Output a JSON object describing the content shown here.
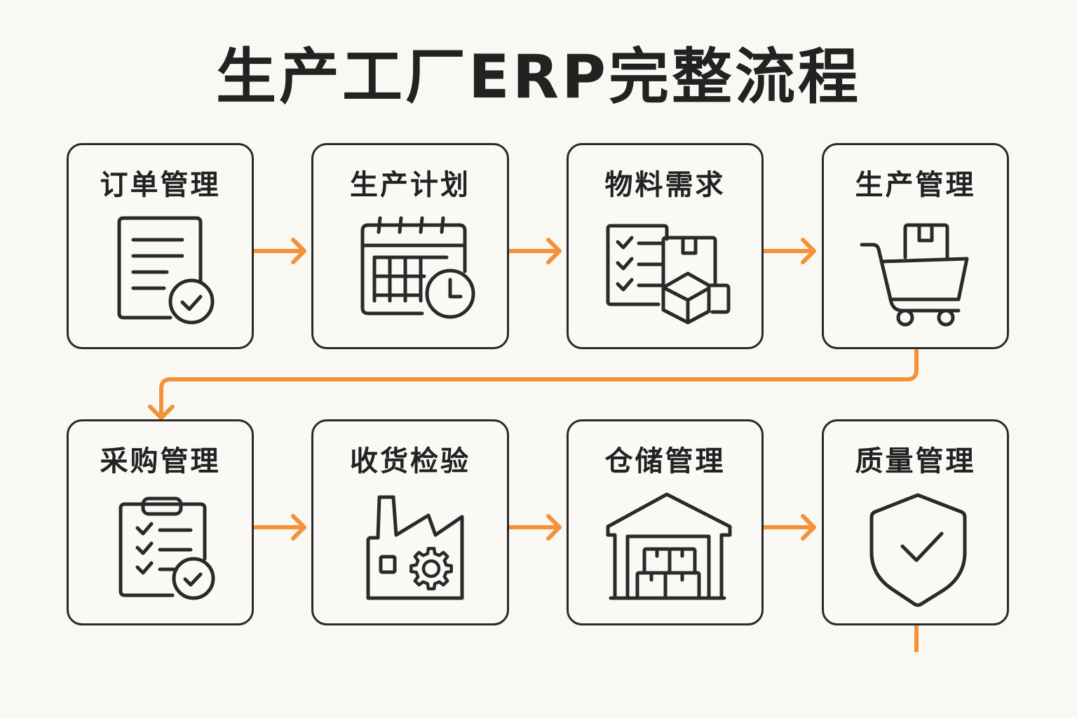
{
  "title": "生产工厂ERP完整流程",
  "colors": {
    "background": "#faf8f3",
    "card_border": "#2a2a2a",
    "arrow": "#f39236",
    "text": "#222222"
  },
  "steps": [
    {
      "label": "订单管理",
      "icon": "document-check-icon"
    },
    {
      "label": "生产计划",
      "icon": "calendar-clock-icon"
    },
    {
      "label": "物料需求",
      "icon": "checklist-boxes-icon"
    },
    {
      "label": "生产管理",
      "icon": "cart-box-icon"
    },
    {
      "label": "采购管理",
      "icon": "clipboard-check-icon"
    },
    {
      "label": "收货检验",
      "icon": "factory-gear-icon"
    },
    {
      "label": "仓储管理",
      "icon": "warehouse-icon"
    },
    {
      "label": "质量管理",
      "icon": "shield-check-icon"
    }
  ],
  "connections": [
    {
      "from": "订单管理",
      "to": "生产计划"
    },
    {
      "from": "生产计划",
      "to": "物料需求"
    },
    {
      "from": "物料需求",
      "to": "生产管理"
    },
    {
      "from": "生产管理",
      "to": "采购管理"
    },
    {
      "from": "采购管理",
      "to": "收货检验"
    },
    {
      "from": "收货检验",
      "to": "仓储管理"
    },
    {
      "from": "仓储管理",
      "to": "质量管理"
    }
  ]
}
